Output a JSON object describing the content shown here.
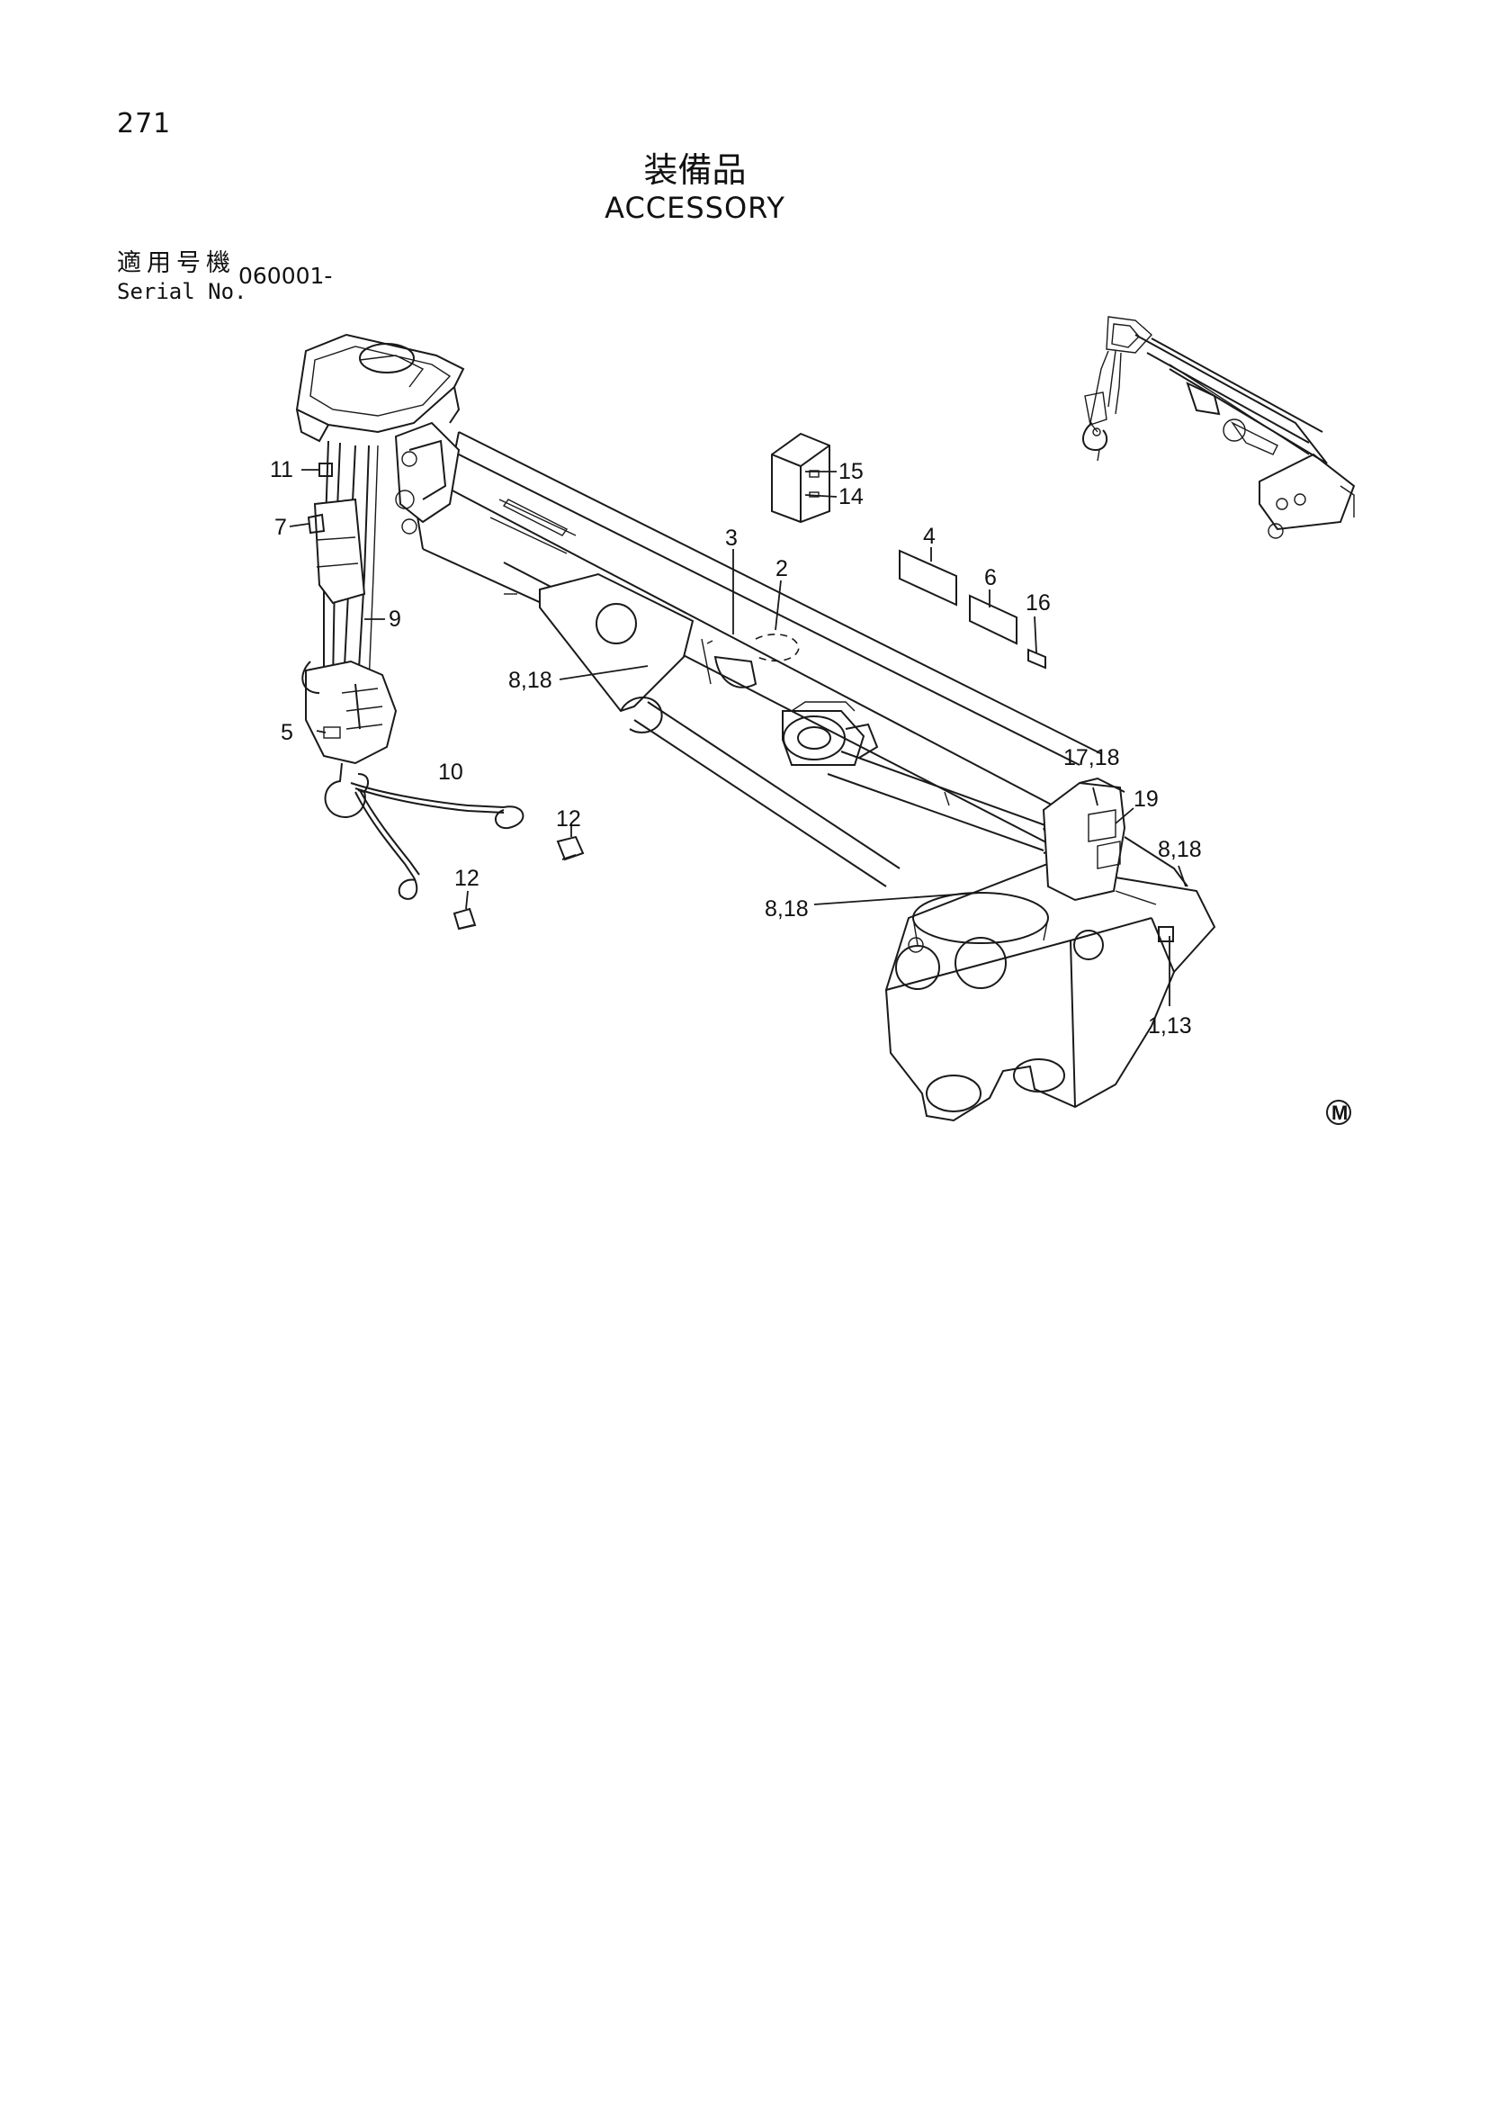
{
  "page": {
    "number": "271",
    "title_jp": "装備品",
    "title_en": "ACCESSORY",
    "serial_label_jp": "適用号機",
    "serial_label_en": "Serial No.",
    "serial_value": "060001-"
  },
  "callouts": [
    {
      "id": "c11",
      "label": "11"
    },
    {
      "id": "c7",
      "label": "7"
    },
    {
      "id": "c9",
      "label": "9"
    },
    {
      "id": "c5",
      "label": "5"
    },
    {
      "id": "c10",
      "label": "10"
    },
    {
      "id": "c12a",
      "label": "12"
    },
    {
      "id": "c12b",
      "label": "12"
    },
    {
      "id": "c15",
      "label": "15"
    },
    {
      "id": "c14",
      "label": "14"
    },
    {
      "id": "c3",
      "label": "3"
    },
    {
      "id": "c2",
      "label": "2"
    },
    {
      "id": "c4",
      "label": "4"
    },
    {
      "id": "c6",
      "label": "6"
    },
    {
      "id": "c16",
      "label": "16"
    },
    {
      "id": "c818a",
      "label": "8,18"
    },
    {
      "id": "c1718",
      "label": "17,18"
    },
    {
      "id": "c19",
      "label": "19"
    },
    {
      "id": "c818b",
      "label": "8,18"
    },
    {
      "id": "c818c",
      "label": "8,18"
    },
    {
      "id": "c113",
      "label": "1,13"
    }
  ],
  "mark": "M"
}
